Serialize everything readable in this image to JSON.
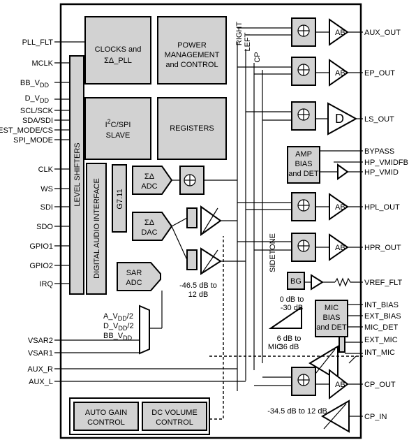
{
  "pins_left": {
    "pll_flt": "PLL_FLT",
    "mclk": "MCLK",
    "bb_vdd": "BB_V",
    "d_vdd": "D_V",
    "vdd_sub": "DD",
    "scl": "SCL/SCK",
    "sda": "SDA/SDI",
    "test_mode": "TEST_MODE/CS",
    "spi_mode": "SPI_MODE",
    "clk": "CLK",
    "ws": "WS",
    "sdi": "SDI",
    "sdo": "SDO",
    "gpio1": "GPIO1",
    "gpio2": "GPIO2",
    "irq": "IRQ",
    "vsar2": "VSAR2",
    "vsar1": "VSAR1",
    "aux_r": "AUX_R",
    "aux_l": "AUX_L"
  },
  "pins_right": {
    "aux_out": "AUX_OUT",
    "ep_out": "EP_OUT",
    "ls_out": "LS_OUT",
    "bypass": "BYPASS",
    "hp_vmidfb": "HP_VMIDFB",
    "hp_vmid": "HP_VMID",
    "hpl_out": "HPL_OUT",
    "hpr_out": "HPR_OUT",
    "vref_flt": "VREF_FLT",
    "int_bias": "INT_BIAS",
    "ext_bias": "EXT_BIAS",
    "mic_det": "MIC_DET",
    "ext_mic": "EXT_MIC",
    "int_mic": "INT_MIC",
    "cp_out": "CP_OUT",
    "cp_in": "CP_IN"
  },
  "blocks": {
    "clocks_line1": "CLOCKS and",
    "clocks_line2": "ΣΔ_PLL",
    "power_line1": "POWER",
    "power_line2": "MANAGEMENT",
    "power_line3": "and CONTROL",
    "i2c_line1": "I",
    "i2c_sup": "2",
    "i2c_rest": "C/SPI",
    "i2c_line2": "SLAVE",
    "registers": "REGISTERS",
    "level_shifters": "LEVEL SHIFTERS",
    "dai": "DIGITAL AUDIO INTERFACE",
    "g711": "G7.11",
    "sd_adc_1": "ΣΔ",
    "sd_adc_2": "ADC",
    "sd_dac_1": "ΣΔ",
    "sd_dac_2": "DAC",
    "sar_1": "SAR",
    "sar_2": "ADC",
    "amp_bias_1": "AMP",
    "amp_bias_2": "BIAS",
    "amp_bias_3": "and DET",
    "bg": "BG",
    "mic_bias_1": "MIC",
    "mic_bias_2": "BIAS",
    "mic_bias_3": "and DET",
    "agc_1": "AUTO GAIN",
    "agc_2": "CONTROL",
    "dcv_1": "DC VOLUME",
    "dcv_2": "CONTROL"
  },
  "amp_labels": {
    "ab": "AB",
    "d": "D"
  },
  "bus_labels": {
    "right": "RIGHT",
    "left": "LEFT",
    "cp": "CP",
    "sidetone": "SIDETONE",
    "mic": "MIC"
  },
  "gain_labels": {
    "dac_gain_1": "-46.5 dB to",
    "dac_gain_2": "12 dB",
    "side_gain_1": "0 dB to",
    "side_gain_2": "-30 dB",
    "mic_gain_1": "6 dB to",
    "mic_gain_2": "36 dB",
    "cp_gain": "-34.5 dB to 12 dB"
  },
  "sar_inputs": {
    "a_vdd": "A_V",
    "d_vdd": "D_V",
    "bb_vdd": "BB_V",
    "dd": "DD",
    "div2": "/2"
  }
}
